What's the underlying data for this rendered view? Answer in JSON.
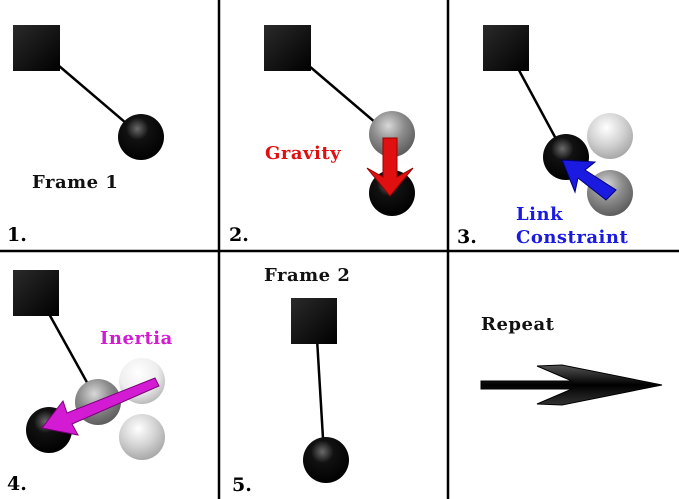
{
  "panels": [
    {
      "number": "1.",
      "caption": "Frame 1"
    },
    {
      "number": "2.",
      "force": "Gravity"
    },
    {
      "number": "3.",
      "force_line1": "Link",
      "force_line2": "Constraint"
    },
    {
      "number": "4.",
      "force": "Inertia"
    },
    {
      "number": "5.",
      "caption": "Frame 2"
    },
    {
      "caption": "Repeat"
    }
  ],
  "colors": {
    "gravity": "#e01010",
    "constraint": "#1a1ae0",
    "inertia": "#d21bd2",
    "grid_line": "#000000",
    "anchor": "#111111"
  },
  "icons": [
    "anchor-square",
    "pendulum-bob",
    "ghost-bob",
    "force-arrow",
    "repeat-arrow"
  ]
}
